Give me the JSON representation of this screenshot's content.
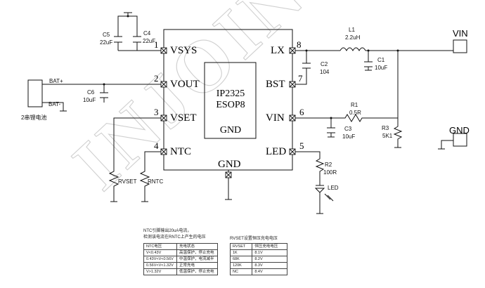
{
  "watermark": "INJOINIC CORP.",
  "chip": {
    "part": "IP2325",
    "package": "ESOP8",
    "gnd": "GND"
  },
  "pins": [
    {
      "num": "1",
      "name": "VSYS"
    },
    {
      "num": "2",
      "name": "VOUT"
    },
    {
      "num": "3",
      "name": "VSET"
    },
    {
      "num": "4",
      "name": "NTC"
    },
    {
      "num": "8",
      "name": "LX"
    },
    {
      "num": "7",
      "name": "BST"
    },
    {
      "num": "6",
      "name": "VIN"
    },
    {
      "num": "5",
      "name": "LED"
    }
  ],
  "bottom_pin": "GND",
  "terminals": {
    "vin": "VIN",
    "gnd": "GND"
  },
  "battery": {
    "pos": "BAT+",
    "neg": "BAT-",
    "label": "2串锂电池"
  },
  "components": {
    "c5": {
      "ref": "C5",
      "val": "22uF"
    },
    "c4": {
      "ref": "C4",
      "val": "22uF"
    },
    "c6": {
      "ref": "C6",
      "val": "10uF"
    },
    "c2": {
      "ref": "C2",
      "val": "104"
    },
    "l1": {
      "ref": "L1",
      "val": "2.2uH"
    },
    "c1": {
      "ref": "C1",
      "val": "10uF"
    },
    "r1": {
      "ref": "R1",
      "val": "0.5R"
    },
    "c3": {
      "ref": "C3",
      "val": "10uF"
    },
    "r3": {
      "ref": "R3",
      "val": "5K1"
    },
    "r2": {
      "ref": "R2",
      "val": "100R"
    },
    "led": "LED",
    "rvset": "RVSET",
    "rntc": "RNTC"
  },
  "ntc_note": [
    "NTC引脚输出20uA电流，",
    "检测该电流在RNTC上产生的电压"
  ],
  "ntc_table": {
    "headers": [
      "NTC电压",
      "充电状态"
    ],
    "rows": [
      [
        "V<0.43V",
        "高温保护，停止充电"
      ],
      [
        "0.43V<V<0.56V",
        "中温保护，电流减半"
      ],
      [
        "0.56V<V<1.32V",
        "正常充电"
      ],
      [
        "V>1.32V",
        "低温保护，停止充电"
      ]
    ]
  },
  "rvset_note": "RVSET设置恒压充电电压",
  "rvset_table": {
    "headers": [
      "RVSET",
      "恒压充电电压"
    ],
    "rows": [
      [
        "1K",
        "8.1V"
      ],
      [
        "68K",
        "8.2V"
      ],
      [
        "120K",
        "8.3V"
      ],
      [
        "NC",
        "8.4V"
      ]
    ]
  }
}
